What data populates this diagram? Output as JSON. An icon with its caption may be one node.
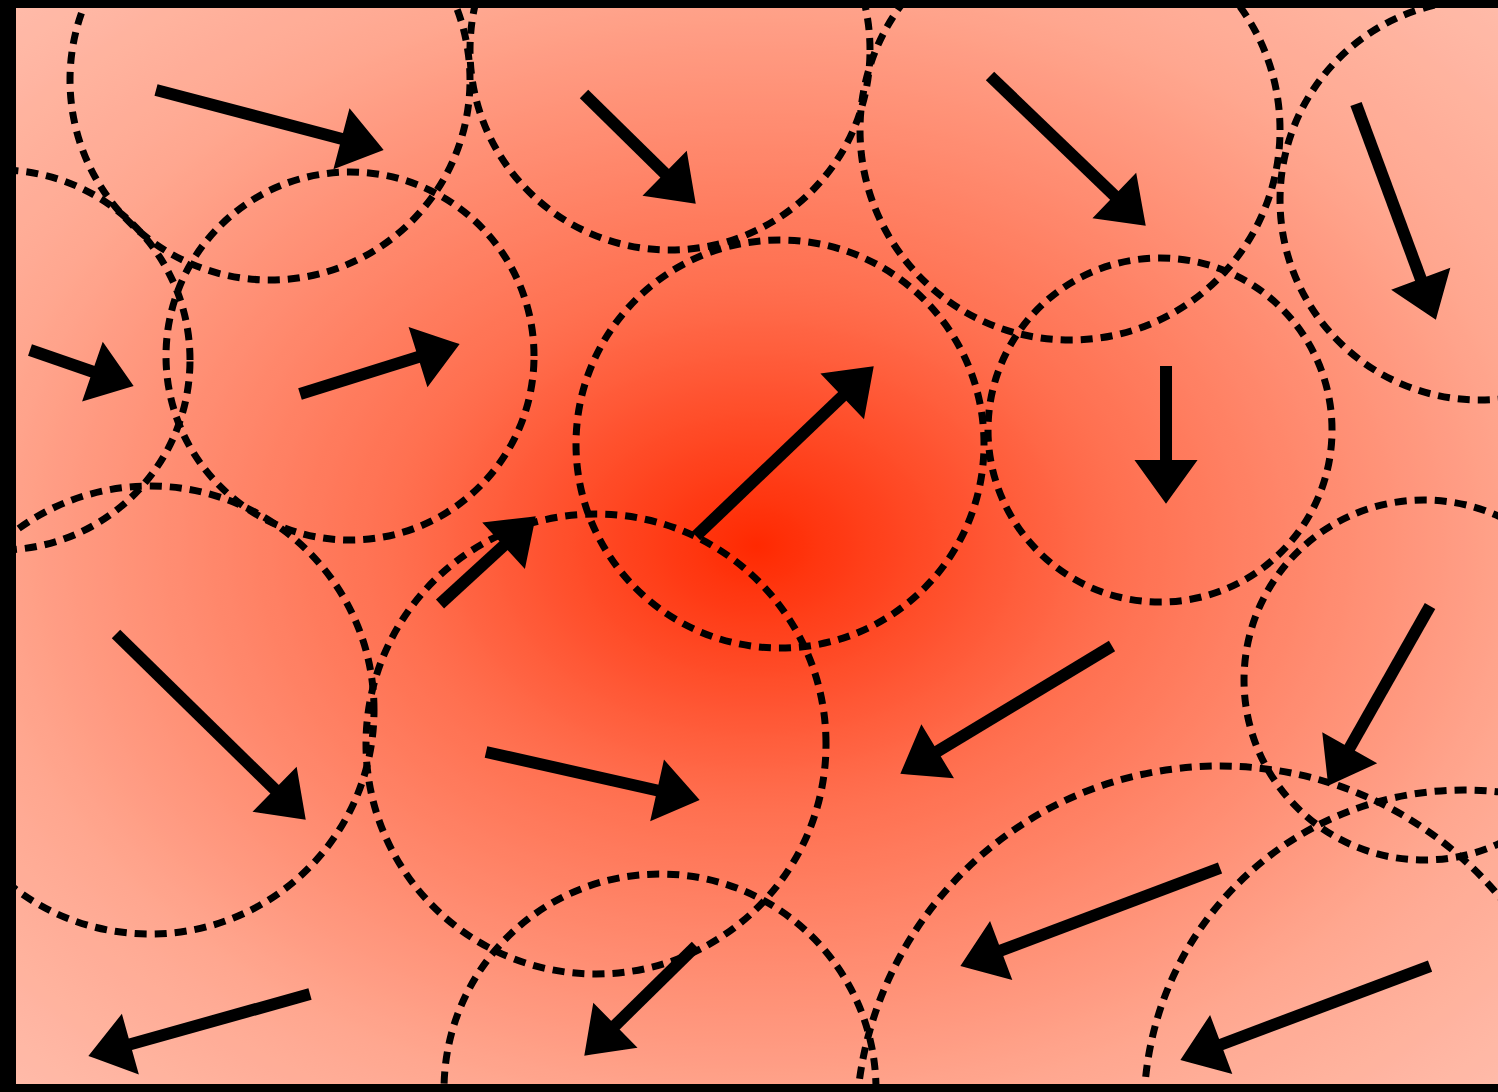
{
  "diagram": {
    "nodes": [
      {
        "text": [],
        "shape": "circle"
      },
      {
        "text": [],
        "shape": "circle"
      },
      {
        "text": [],
        "shape": "circle"
      },
      {
        "text": [],
        "shape": "circle"
      },
      {
        "text": [],
        "shape": "circle"
      },
      {
        "text": [],
        "shape": "circle"
      },
      {
        "text": [],
        "shape": "circle"
      },
      {
        "text": [],
        "shape": "circle"
      },
      {
        "text": [],
        "shape": "circle"
      },
      {
        "text": [],
        "shape": "circle"
      },
      {
        "text": [],
        "shape": "circle"
      },
      {
        "text": [],
        "shape": "circle"
      },
      {
        "text": [],
        "shape": "circle"
      },
      {
        "text": [],
        "shape": "circle"
      }
    ]
  }
}
